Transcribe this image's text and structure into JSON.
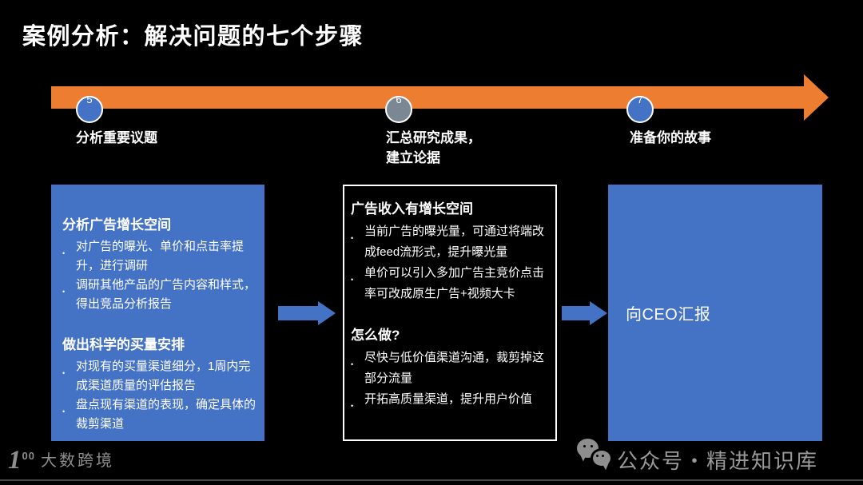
{
  "title": "案例分析：解决问题的七个步骤",
  "colors": {
    "background": "#000000",
    "accent_blue": "#4472C4",
    "timeline_orange": "#ED7D31",
    "inactive_gray": "#7B8894",
    "footer_gray": "#8E8E8E"
  },
  "glyphs": {
    "bullet": "•"
  },
  "timeline": {
    "steps": [
      {
        "number": "5",
        "label": "分析重要议题",
        "marker_color": "blue"
      },
      {
        "number": "6",
        "label": "汇总研究成果，\n建立论据",
        "marker_color": "gray"
      },
      {
        "number": "7",
        "label": "准备你的故事",
        "marker_color": "blue"
      }
    ]
  },
  "boxes": [
    {
      "style": "blue-filled",
      "sections": [
        {
          "heading": "分析广告增长空间",
          "bullets": [
            "对广告的曝光、单价和点击率提升，进行调研",
            "调研其他产品的广告内容和样式，得出竞品分析报告"
          ]
        },
        {
          "heading": "做出科学的买量安排",
          "bullets": [
            "对现有的买量渠道细分，1周内完成渠道质量的评估报告",
            "盘点现有渠道的表现，确定具体的裁剪渠道"
          ]
        }
      ]
    },
    {
      "style": "black-outlined",
      "sections": [
        {
          "heading": "广告收入有增长空间",
          "bullets": [
            "当前广告的曝光量，可通过将端改成feed流形式，提升曝光量",
            "单价可以引入多加广告主竞价点击率可改成原生广告+视频大卡"
          ]
        },
        {
          "heading": "怎么做?",
          "bullets": [
            "尽快与低价值渠道沟通，裁剪掉这部分流量",
            "开拓高质量渠道，提升用户价值"
          ]
        }
      ]
    },
    {
      "style": "blue-filled",
      "label": "向CEO汇报"
    }
  ],
  "footer": {
    "logo_one": "1",
    "logo_zeros": "00",
    "brand": "大数跨境",
    "wechat_label": "公众号・精进知识库"
  }
}
